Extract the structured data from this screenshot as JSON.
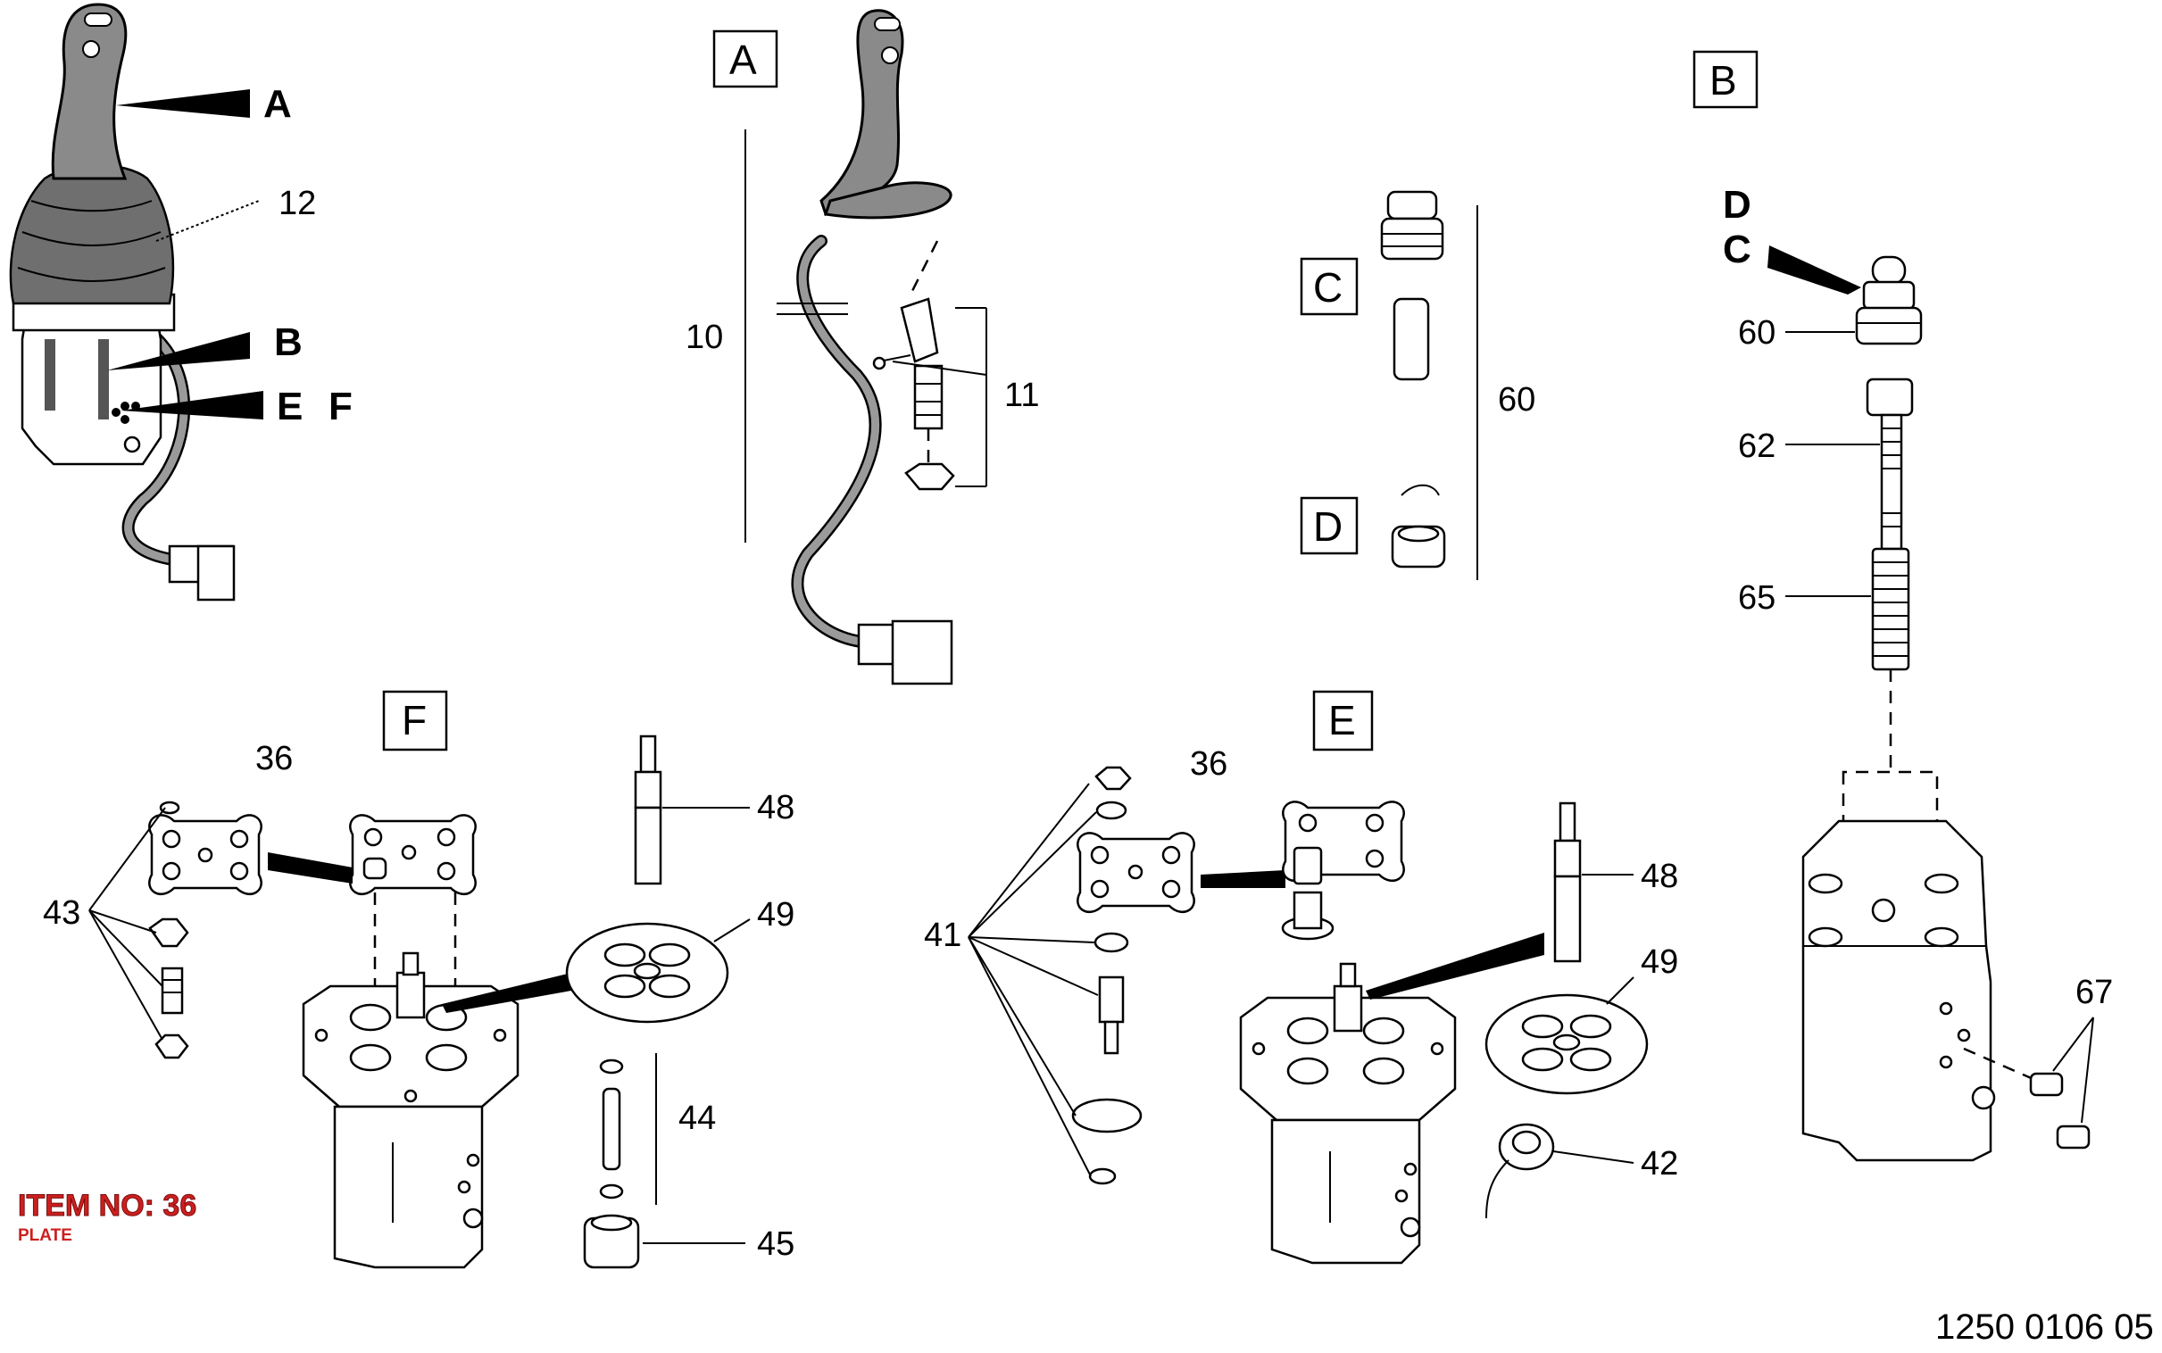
{
  "callouts": {
    "A": "A",
    "B": "B",
    "C": "C",
    "D": "D",
    "E": "E",
    "F": "F"
  },
  "views": {
    "A": "A",
    "B": "B",
    "C": "C",
    "D": "D",
    "E": "E",
    "F": "F"
  },
  "labels": {
    "n12": "12",
    "n10": "10",
    "n11": "11",
    "n60_group": "60",
    "n60": "60",
    "n62": "62",
    "n65": "65",
    "n67": "67",
    "n36_f": "36",
    "n43": "43",
    "n48_f": "48",
    "n49_f": "49",
    "n44": "44",
    "n45": "45",
    "n36_e": "36",
    "n41": "41",
    "n48_e": "48",
    "n49_e": "49",
    "n42": "42"
  },
  "item": {
    "title": "ITEM NO: 36",
    "subtitle": "PLATE"
  },
  "figure_ref": "1250 0106 05"
}
